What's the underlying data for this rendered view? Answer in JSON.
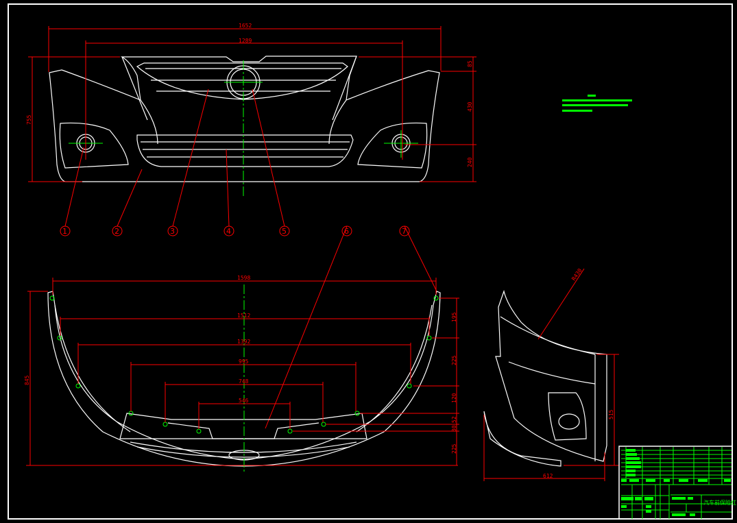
{
  "drawing": {
    "title": "汽车前保险杠",
    "colors": {
      "background": "#000000",
      "outline": "#ffffff",
      "dimension": "#ff0000",
      "centerline": "#00ff00"
    },
    "front_view": {
      "dims": {
        "overall_width": "1652",
        "lamp_spacing": "1289",
        "overall_height": "755",
        "top_offset": "85",
        "upper_height": "430",
        "lower_height": "240"
      }
    },
    "balloons": [
      "1",
      "2",
      "3",
      "4",
      "5",
      "6",
      "7"
    ],
    "top_view": {
      "dims": {
        "w1": "1598",
        "w2": "1512",
        "w3": "1392",
        "w4": "995",
        "w5": "748",
        "w6": "546",
        "depth": "845",
        "d1": "195",
        "d2": "225",
        "d3": "120",
        "d4": "52",
        "d5": "30",
        "d6": "225"
      }
    },
    "side_view": {
      "dims": {
        "radius": "R430",
        "height": "515",
        "width": "612"
      }
    }
  }
}
